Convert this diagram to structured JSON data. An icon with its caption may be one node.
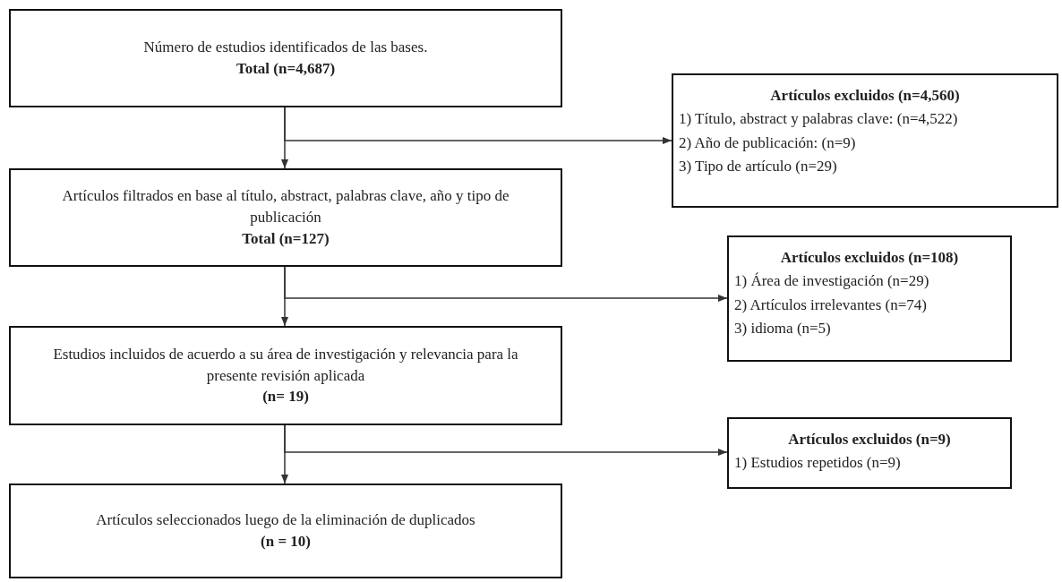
{
  "diagram": {
    "nodes": [
      {
        "text": [
          "Número de estudios identificados de las bases.",
          "Total (n=4,687)"
        ]
      },
      {
        "text": [
          "Artículos excluidos (n=4,560)",
          "1) Título, abstract y palabras clave: (n=4,522)",
          "2) Año de publicación: (n=9)",
          "3) Tipo de artículo (n=29)"
        ]
      },
      {
        "text": [
          "Artículos filtrados en base al título, abstract, palabras clave, año y tipo de publicación",
          "Total (n=127)"
        ]
      },
      {
        "text": [
          "Artículos excluidos (n=108)",
          "1) Área de investigación (n=29)",
          "2) Artículos irrelevantes (n=74)",
          "3) idioma (n=5)"
        ]
      },
      {
        "text": [
          "Estudios incluidos de acuerdo a su área de investigación y relevancia para la presente revisión aplicada",
          "(n= 19)"
        ]
      },
      {
        "text": [
          "Artículos excluidos (n=9)",
          "1) Estudios repetidos (n=9)"
        ]
      },
      {
        "text": [
          "Artículos seleccionados luego de la eliminación de duplicados",
          "(n = 10)"
        ]
      }
    ],
    "edges": [
      {
        "from": 0,
        "to": 2,
        "arrow": "to"
      },
      {
        "from": 0,
        "to": 1,
        "arrow": "to"
      },
      {
        "from": 2,
        "to": 4,
        "arrow": "to"
      },
      {
        "from": 2,
        "to": 3,
        "arrow": "to"
      },
      {
        "from": 4,
        "to": 6,
        "arrow": "to"
      },
      {
        "from": 4,
        "to": 5,
        "arrow": "to"
      }
    ]
  }
}
